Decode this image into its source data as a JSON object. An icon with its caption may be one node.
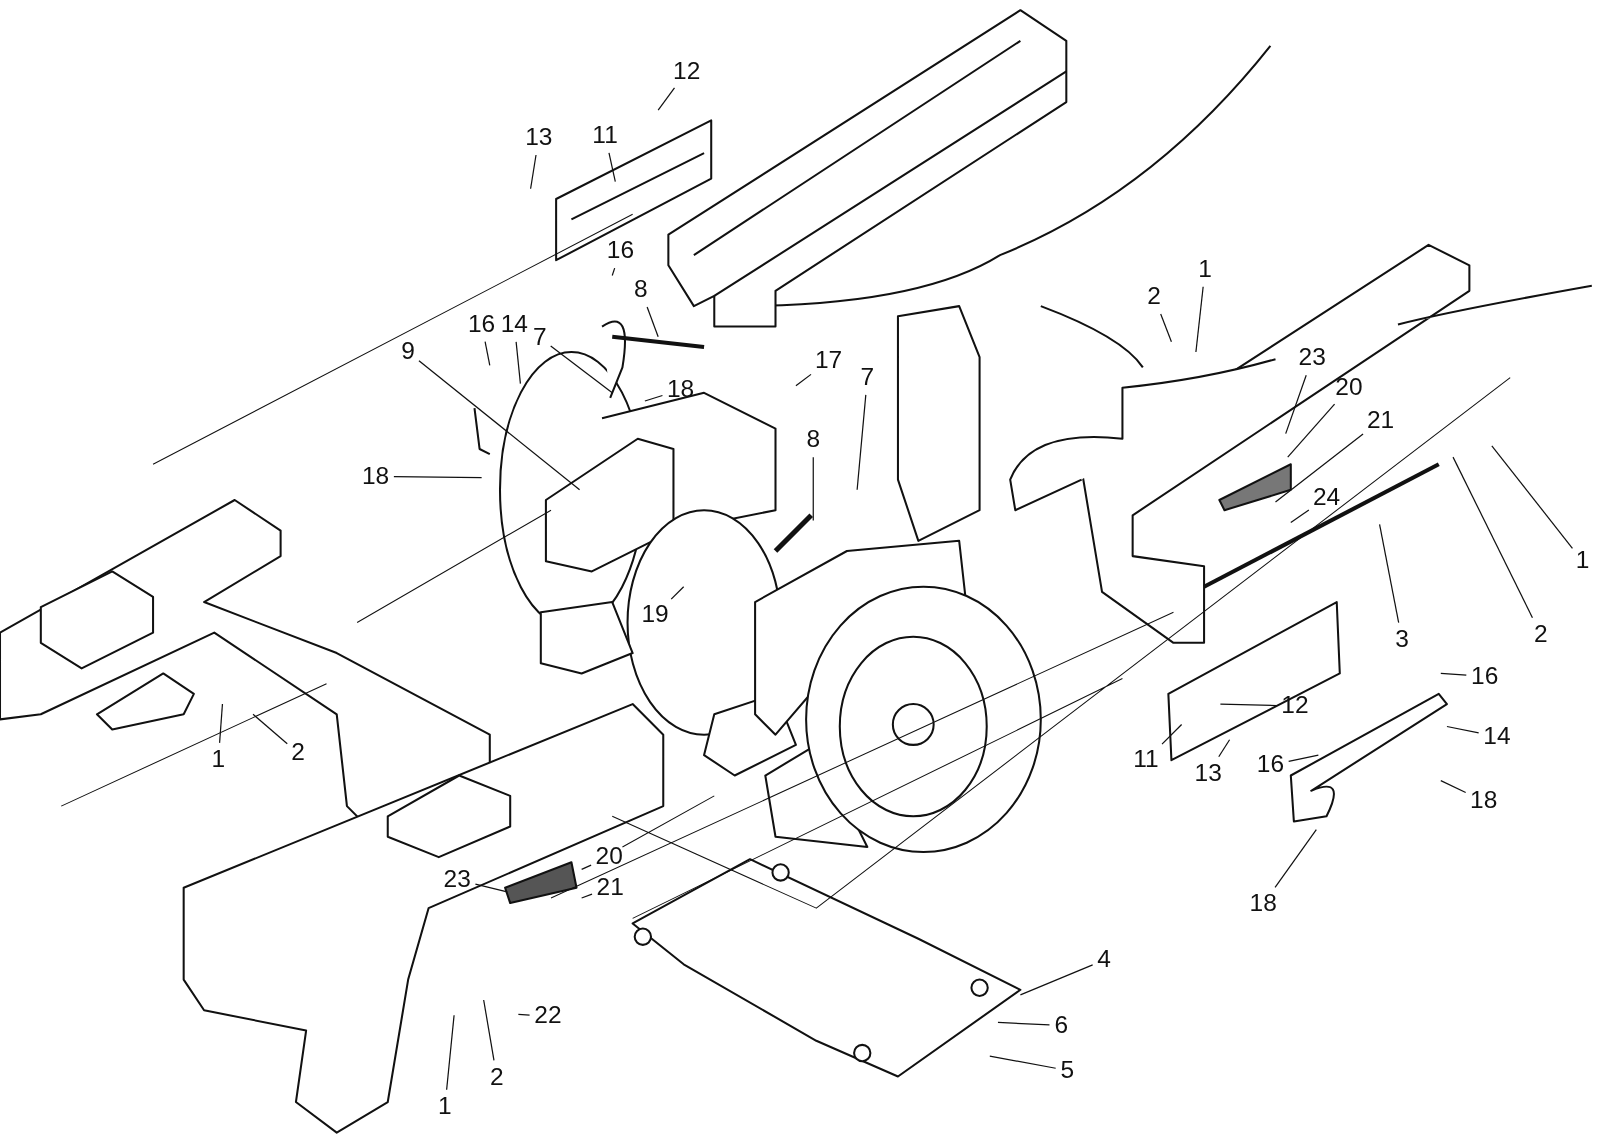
{
  "diagram": {
    "nodes": [
      {
        "text": [
          "12"
        ]
      },
      {
        "text": [
          "13"
        ]
      },
      {
        "text": [
          "11"
        ]
      },
      {
        "text": [
          "16"
        ]
      },
      {
        "text": [
          "8"
        ]
      },
      {
        "text": [
          "16"
        ]
      },
      {
        "text": [
          "14"
        ]
      },
      {
        "text": [
          "7"
        ]
      },
      {
        "text": [
          "9"
        ]
      },
      {
        "text": [
          "17"
        ]
      },
      {
        "text": [
          "18"
        ]
      },
      {
        "text": [
          "7"
        ]
      },
      {
        "text": [
          "18"
        ]
      },
      {
        "text": [
          "8"
        ]
      },
      {
        "text": [
          "2"
        ]
      },
      {
        "text": [
          "1"
        ]
      },
      {
        "text": [
          "23"
        ]
      },
      {
        "text": [
          "20"
        ]
      },
      {
        "text": [
          "21"
        ]
      },
      {
        "text": [
          "24"
        ]
      },
      {
        "text": [
          "19"
        ]
      },
      {
        "text": [
          "3"
        ]
      },
      {
        "text": [
          "1"
        ]
      },
      {
        "text": [
          "2"
        ]
      },
      {
        "text": [
          "16"
        ]
      },
      {
        "text": [
          "12"
        ]
      },
      {
        "text": [
          "14"
        ]
      },
      {
        "text": [
          "11"
        ]
      },
      {
        "text": [
          "13"
        ]
      },
      {
        "text": [
          "16"
        ]
      },
      {
        "text": [
          "18"
        ]
      },
      {
        "text": [
          "1"
        ]
      },
      {
        "text": [
          "2"
        ]
      },
      {
        "text": [
          "20"
        ]
      },
      {
        "text": [
          "23"
        ]
      },
      {
        "text": [
          "21"
        ]
      },
      {
        "text": [
          "4"
        ]
      },
      {
        "text": [
          "6"
        ]
      },
      {
        "text": [
          "22"
        ]
      },
      {
        "text": [
          "5"
        ]
      },
      {
        "text": [
          "18"
        ]
      },
      {
        "text": [
          "2"
        ]
      },
      {
        "text": [
          "1"
        ]
      }
    ],
    "edges": [
      {
        "from": 0,
        "to": null,
        "arrow": "none"
      },
      {
        "from": 1,
        "to": null,
        "arrow": "none"
      },
      {
        "from": 2,
        "to": null,
        "arrow": "none"
      },
      {
        "from": 3,
        "to": null,
        "arrow": "none"
      },
      {
        "from": 4,
        "to": null,
        "arrow": "none"
      },
      {
        "from": 5,
        "to": null,
        "arrow": "none"
      },
      {
        "from": 6,
        "to": null,
        "arrow": "none"
      },
      {
        "from": 7,
        "to": null,
        "arrow": "none"
      },
      {
        "from": 8,
        "to": null,
        "arrow": "none"
      },
      {
        "from": 9,
        "to": null,
        "arrow": "none"
      },
      {
        "from": 10,
        "to": null,
        "arrow": "none"
      },
      {
        "from": 11,
        "to": null,
        "arrow": "none"
      },
      {
        "from": 12,
        "to": null,
        "arrow": "none"
      },
      {
        "from": 13,
        "to": null,
        "arrow": "none"
      },
      {
        "from": 14,
        "to": null,
        "arrow": "none"
      },
      {
        "from": 15,
        "to": null,
        "arrow": "none"
      },
      {
        "from": 16,
        "to": null,
        "arrow": "none"
      },
      {
        "from": 17,
        "to": null,
        "arrow": "none"
      },
      {
        "from": 18,
        "to": null,
        "arrow": "none"
      },
      {
        "from": 19,
        "to": null,
        "arrow": "none"
      },
      {
        "from": 20,
        "to": null,
        "arrow": "none"
      },
      {
        "from": 21,
        "to": null,
        "arrow": "none"
      },
      {
        "from": 22,
        "to": null,
        "arrow": "none"
      },
      {
        "from": 23,
        "to": null,
        "arrow": "none"
      },
      {
        "from": 24,
        "to": null,
        "arrow": "none"
      },
      {
        "from": 25,
        "to": null,
        "arrow": "none"
      },
      {
        "from": 26,
        "to": null,
        "arrow": "none"
      },
      {
        "from": 27,
        "to": null,
        "arrow": "none"
      },
      {
        "from": 28,
        "to": null,
        "arrow": "none"
      },
      {
        "from": 29,
        "to": null,
        "arrow": "none"
      },
      {
        "from": 30,
        "to": null,
        "arrow": "none"
      },
      {
        "from": 31,
        "to": null,
        "arrow": "none"
      },
      {
        "from": 32,
        "to": null,
        "arrow": "none"
      },
      {
        "from": 33,
        "to": null,
        "arrow": "none"
      },
      {
        "from": 34,
        "to": null,
        "arrow": "none"
      },
      {
        "from": 35,
        "to": null,
        "arrow": "none"
      },
      {
        "from": 36,
        "to": null,
        "arrow": "none"
      },
      {
        "from": 37,
        "to": null,
        "arrow": "none"
      },
      {
        "from": 38,
        "to": null,
        "arrow": "none"
      },
      {
        "from": 39,
        "to": null,
        "arrow": "none"
      },
      {
        "from": 40,
        "to": null,
        "arrow": "none"
      },
      {
        "from": 41,
        "to": null,
        "arrow": "none"
      },
      {
        "from": 42,
        "to": null,
        "arrow": "none"
      }
    ]
  }
}
